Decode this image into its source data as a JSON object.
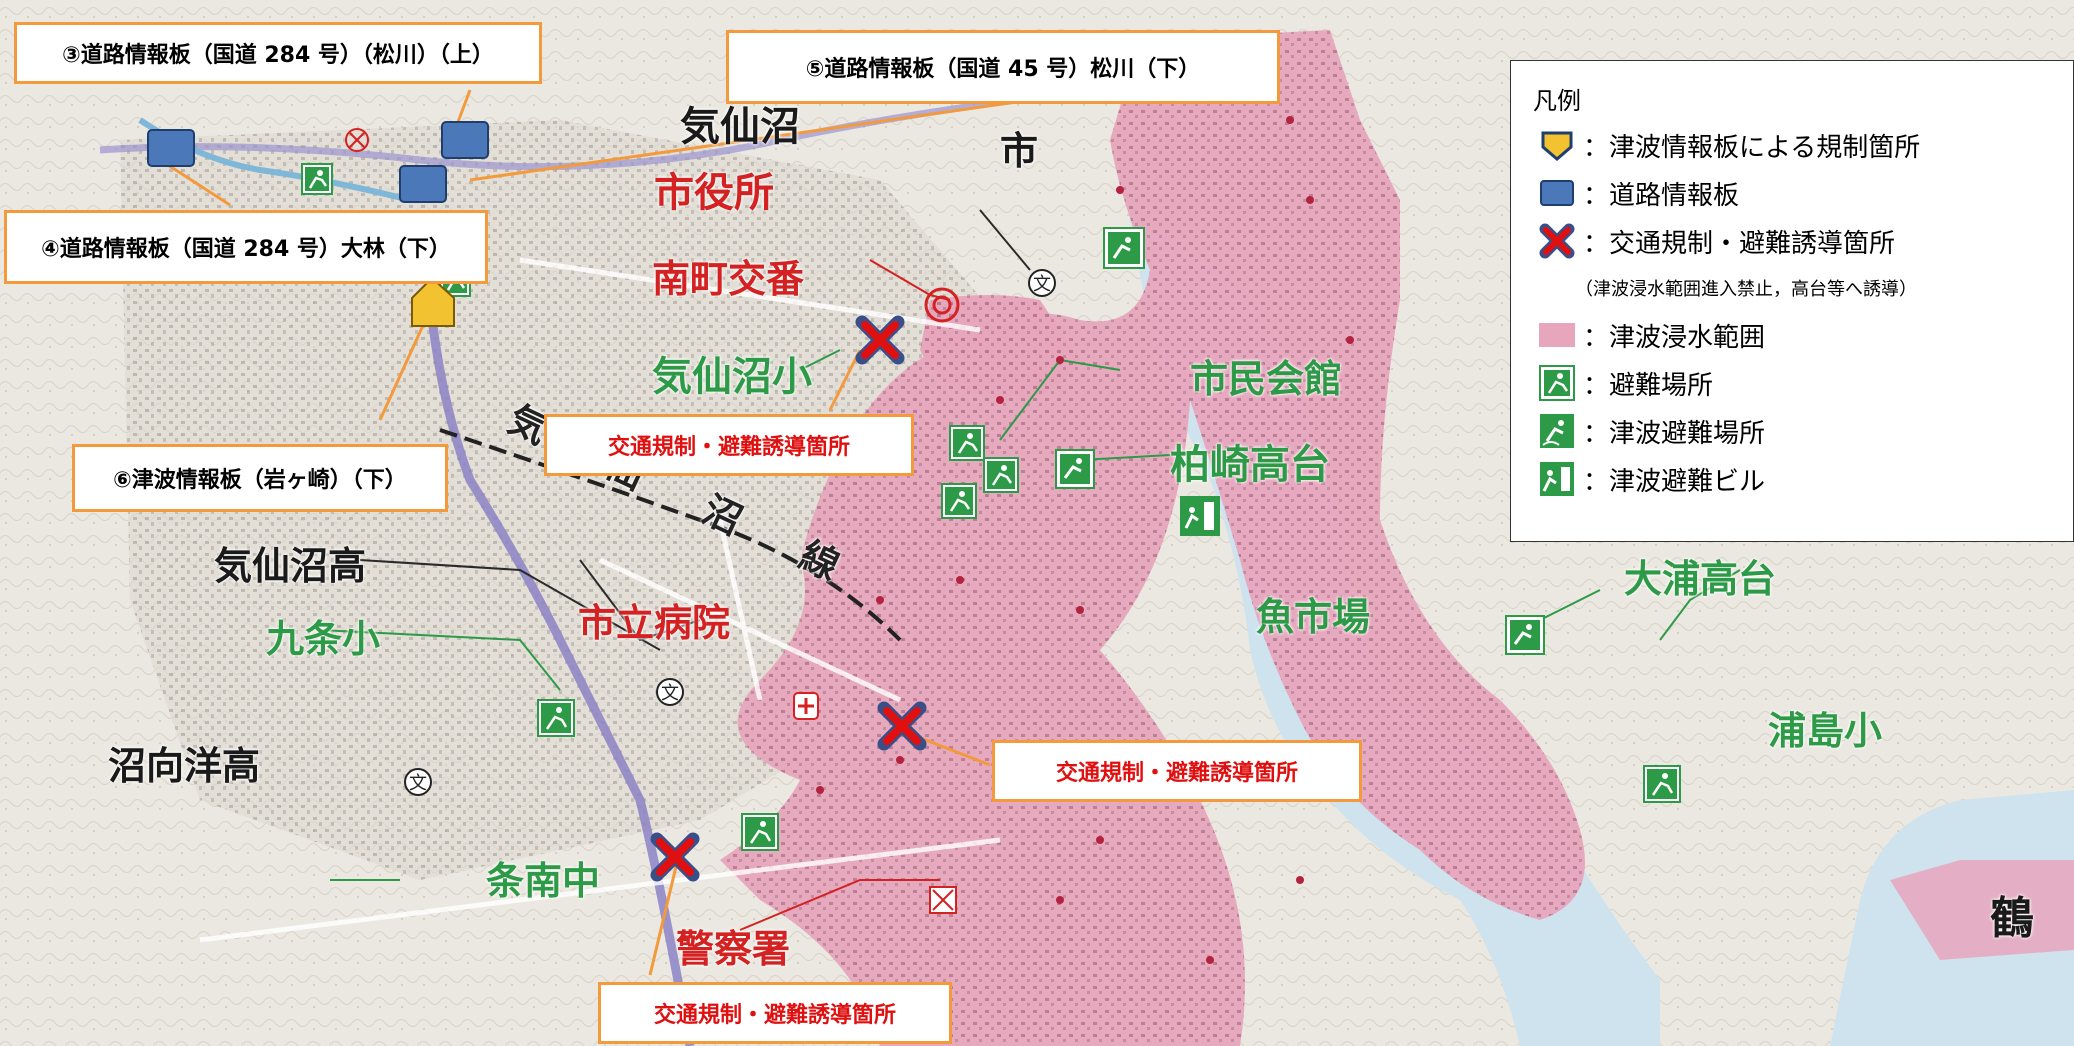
{
  "legend": {
    "title": "凡例",
    "items": [
      {
        "icon": "tsunami-info-board-icon",
        "label": "：津波情報板による規制箇所"
      },
      {
        "icon": "road-info-board-icon",
        "label": "：道路情報板"
      },
      {
        "icon": "traffic-control-icon",
        "label": "：交通規制・避難誘導箇所"
      },
      {
        "icon": "inundation-area-icon",
        "label": "：津波浸水範囲"
      },
      {
        "icon": "evacuation-site-icon",
        "label": "：避難場所"
      },
      {
        "icon": "tsunami-evacuation-site-icon",
        "label": "：津波避難場所"
      },
      {
        "icon": "tsunami-evacuation-building-icon",
        "label": "：津波避難ビル"
      }
    ],
    "note": "（津波浸水範囲進入禁止，高台等へ誘導）"
  },
  "callouts": {
    "board3": "③道路情報板（国道 284 号）（松川）（上）",
    "board5": "⑤道路情報板（国道 45 号）松川（下）",
    "board4": "④道路情報板（国道 284 号）大林（下）",
    "board6": "⑥津波情報板（岩ヶ崎）（下）",
    "control1": "交通規制・避難誘導箇所",
    "control2": "交通規制・避難誘導箇所",
    "control3": "交通規制・避難誘導箇所"
  },
  "places": {
    "city_hall": "市役所",
    "minamimachi_koban": "南町交番",
    "kesennuma_elem": "気仙沼小",
    "civic_hall": "市民会館",
    "kashiwazaki": "柏崎高台",
    "kesennuma_high": "気仙沼高",
    "kujo_elem": "九条小",
    "city_hospital": "市立病院",
    "fish_market": "魚市場",
    "oura": "大浦高台",
    "urashima": "浦島小",
    "kojo_jhs": "条南中",
    "police": "警察署",
    "koyo_high": "沼向洋高",
    "kesennuma_line": "気 仙 沼 線",
    "kesennuma_top": "気仙沼",
    "tsuru": "鶴",
    "ichi": "市"
  },
  "colors": {
    "inundation": "#e7a6bc",
    "callout_border": "#f39a3c",
    "road_board": "#4a78b8",
    "tsunami_board": "#f2c230",
    "shelter_green": "#2c9a46",
    "red_label": "#d42121"
  }
}
